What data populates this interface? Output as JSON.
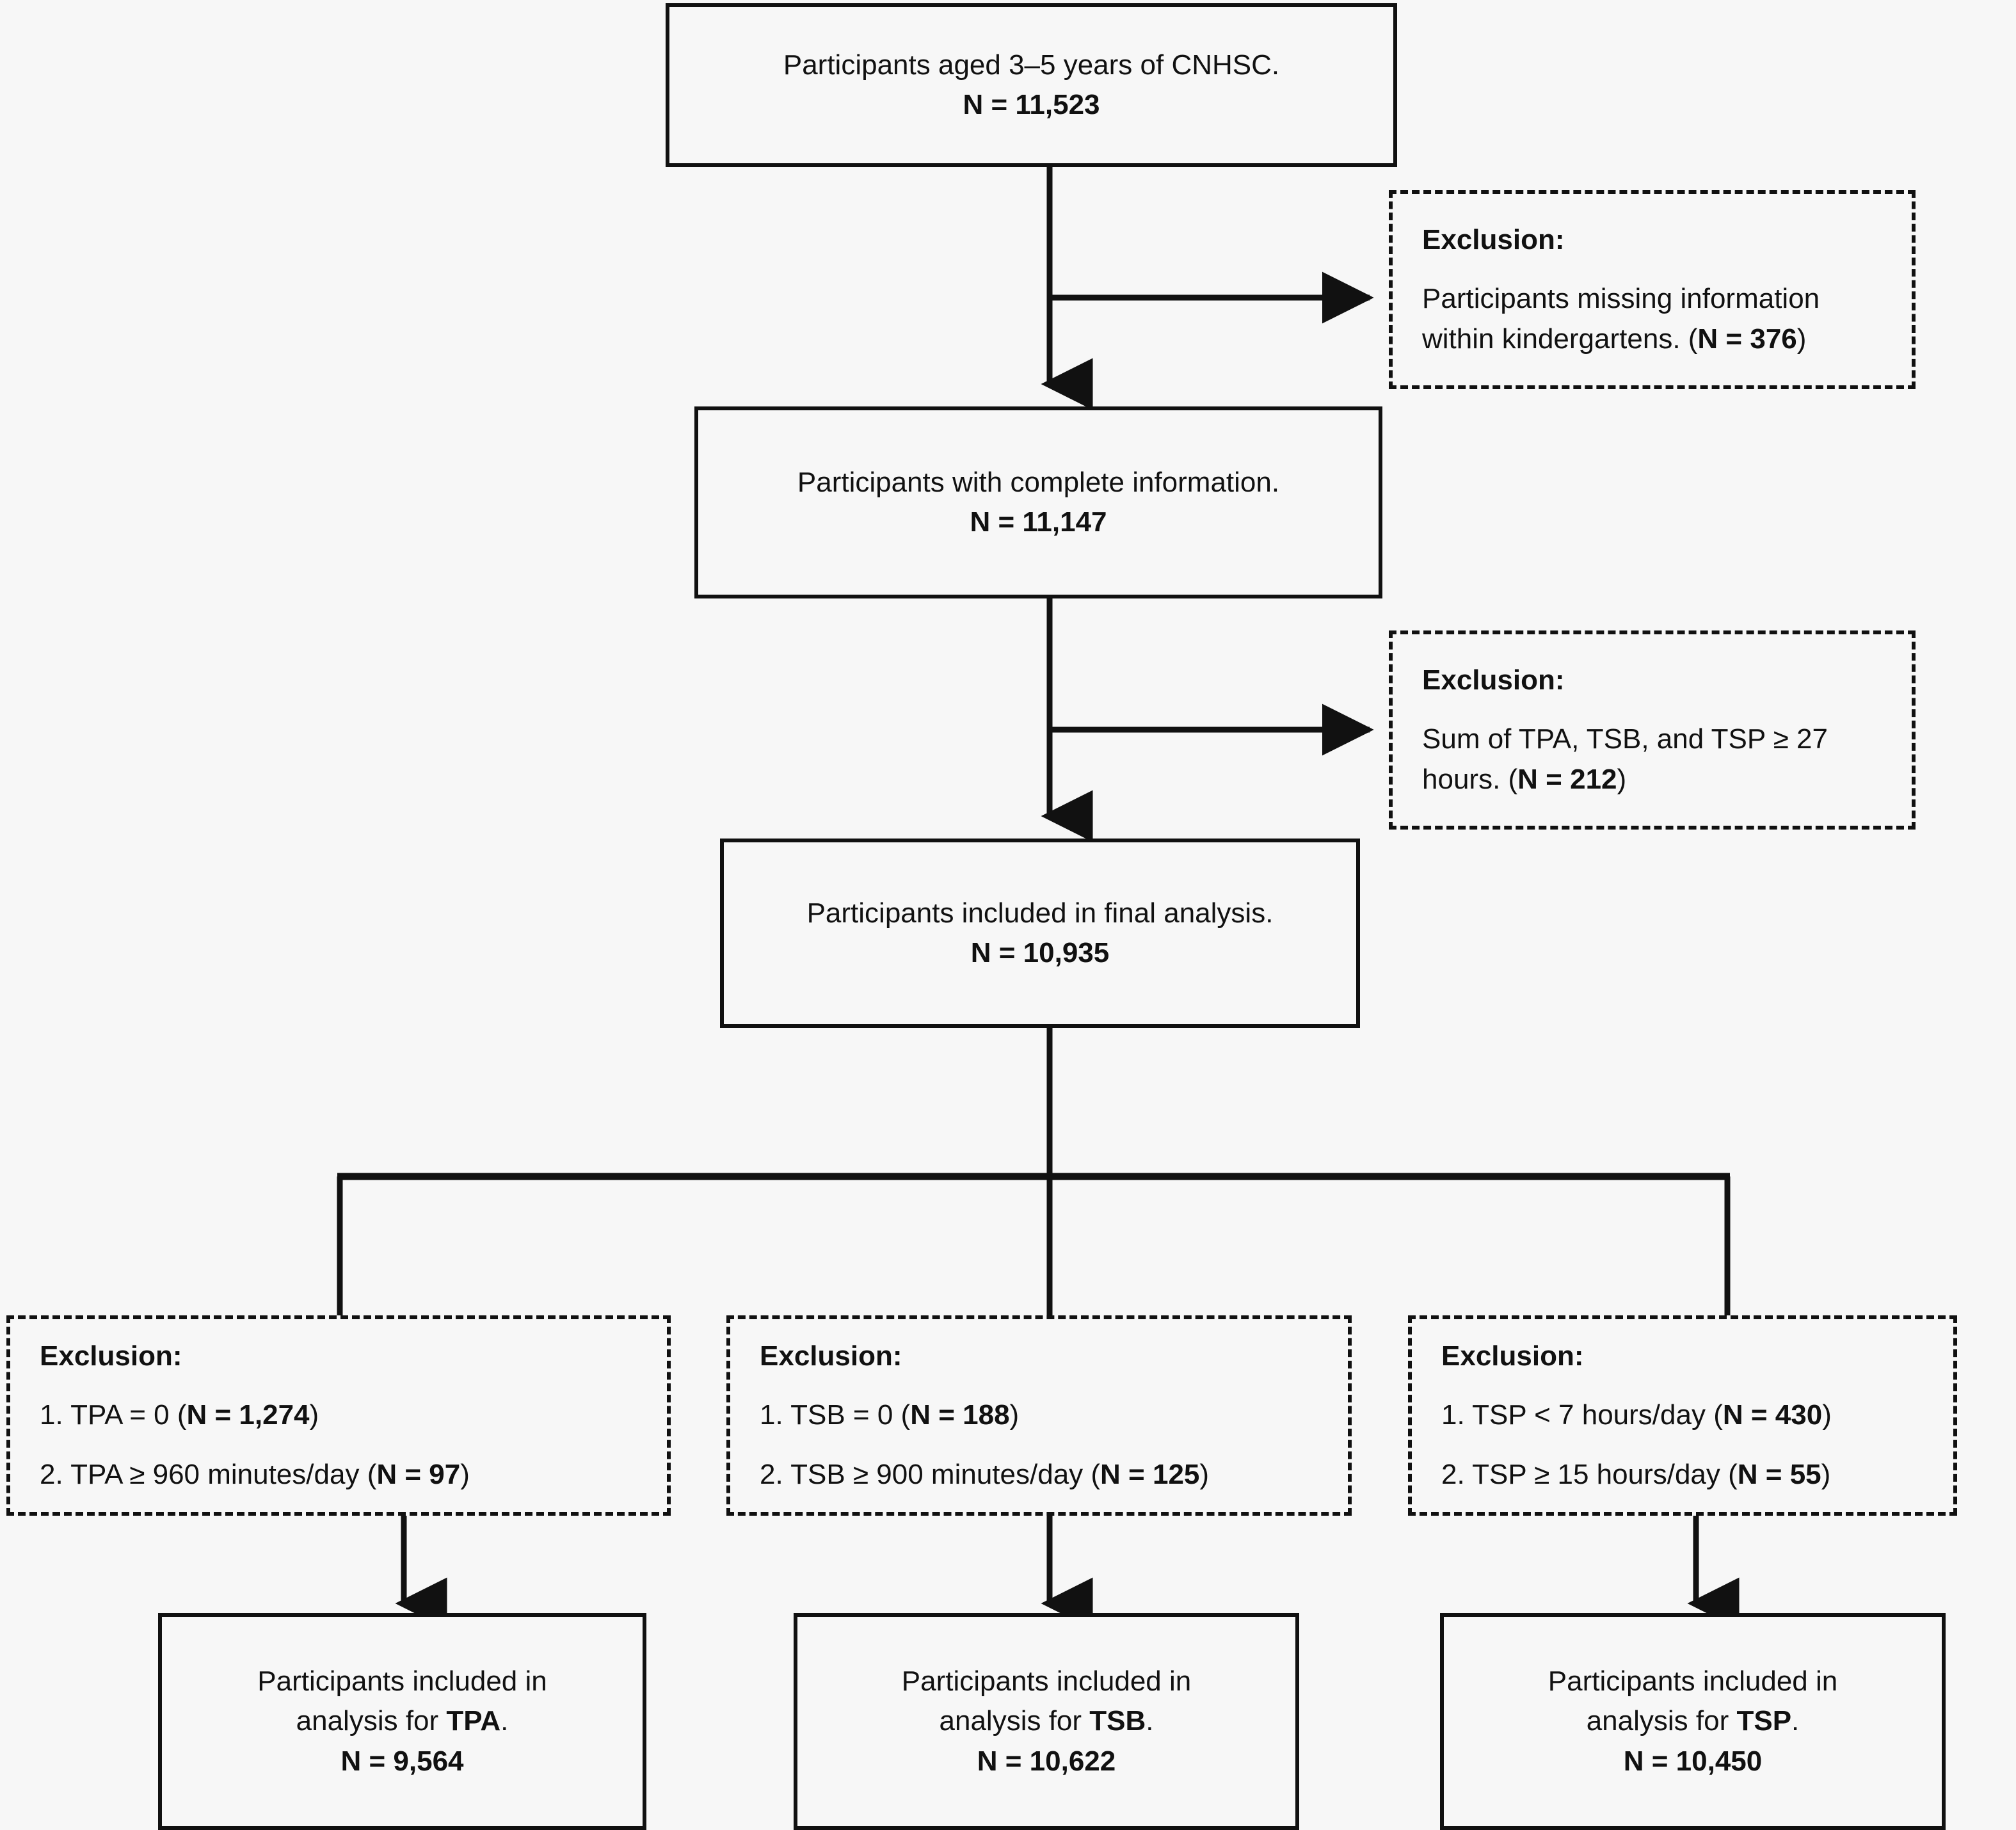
{
  "diagram": {
    "title": "Participant flow diagram",
    "background_color": "#f7f7f7",
    "line_color": "#111111",
    "text_color": "#111111"
  },
  "nodes": {
    "box1": {
      "line1": "Participants aged 3–5 years of CNHSC.",
      "line2_label": "N = ",
      "line2_value": "11,523"
    },
    "box2": {
      "line1": "Participants with complete information.",
      "line2_label": "N = ",
      "line2_value": "11,147"
    },
    "box3": {
      "line1": "Participants included in final analysis.",
      "line2_label": "N = ",
      "line2_value": "10,935"
    },
    "exclusion1": {
      "heading": "Exclusion:",
      "text_part1": "Participants missing information within kindergartens. (",
      "n_label": "N = 376",
      "text_part2": ")"
    },
    "exclusion2": {
      "heading": "Exclusion:",
      "text_part1": "Sum of TPA, TSB, and TSP ≥ 27 hours. (",
      "n_label": "N = 212",
      "text_part2": ")"
    },
    "exclusion_tpa": {
      "heading": "Exclusion:",
      "item1_text": "1. TPA = 0 (",
      "item1_n": "N = 1,274",
      "item1_close": ")",
      "item2_text": "2. TPA ≥ 960 minutes/day (",
      "item2_n": "N = 97",
      "item2_close": ")"
    },
    "exclusion_tsb": {
      "heading": "Exclusion:",
      "item1_text": "1. TSB = 0 (",
      "item1_n": "N = 188",
      "item1_close": ")",
      "item2_text": "2. TSB ≥ 900 minutes/day (",
      "item2_n": "N = 125",
      "item2_close": ")"
    },
    "exclusion_tsp": {
      "heading": "Exclusion:",
      "item1_text": "1. TSP < 7 hours/day (",
      "item1_n": "N = 430",
      "item1_close": ")",
      "item2_text": "2. TSP ≥ 15 hours/day (",
      "item2_n": "N = 55",
      "item2_close": ")"
    },
    "result_tpa": {
      "line1": "Participants included in",
      "line2_prefix": "analysis for ",
      "line2_code": "TPA",
      "line2_suffix": ".",
      "line3_label": "N = ",
      "line3_value": "9,564"
    },
    "result_tsb": {
      "line1": "Participants included in",
      "line2_prefix": "analysis for ",
      "line2_code": "TSB",
      "line2_suffix": ".",
      "line3_label": "N = ",
      "line3_value": "10,622"
    },
    "result_tsp": {
      "line1": "Participants included in",
      "line2_prefix": "analysis for ",
      "line2_code": "TSP",
      "line2_suffix": ".",
      "line3_label": "N = ",
      "line3_value": "10,450"
    }
  },
  "chart_data": {
    "type": "flowchart",
    "title": "Participant flow diagram",
    "stages": [
      {
        "id": "box1",
        "label": "Participants aged 3-5 years of CNHSC.",
        "n": 11523
      },
      {
        "id": "box2",
        "label": "Participants with complete information.",
        "n": 11147
      },
      {
        "id": "box3",
        "label": "Participants included in final analysis.",
        "n": 10935
      },
      {
        "id": "result_tpa",
        "label": "Participants included in analysis for TPA.",
        "n": 9564
      },
      {
        "id": "result_tsb",
        "label": "Participants included in analysis for TSB.",
        "n": 10622
      },
      {
        "id": "result_tsp",
        "label": "Participants included in analysis for TSP.",
        "n": 10450
      }
    ],
    "exclusions": [
      {
        "id": "exclusion1",
        "from": "box1",
        "reason": "Participants missing information within kindergartens.",
        "n": 376
      },
      {
        "id": "exclusion2",
        "from": "box2",
        "reason": "Sum of TPA, TSB, and TSP >= 27 hours.",
        "n": 212
      },
      {
        "id": "exclusion_tpa",
        "from": "box3",
        "reasons": [
          {
            "reason": "TPA = 0",
            "n": 1274
          },
          {
            "reason": "TPA >= 960 minutes/day",
            "n": 97
          }
        ]
      },
      {
        "id": "exclusion_tsb",
        "from": "box3",
        "reasons": [
          {
            "reason": "TSB = 0",
            "n": 188
          },
          {
            "reason": "TSB >= 900 minutes/day",
            "n": 125
          }
        ]
      },
      {
        "id": "exclusion_tsp",
        "from": "box3",
        "reasons": [
          {
            "reason": "TSP < 7 hours/day",
            "n": 430
          },
          {
            "reason": "TSP >= 15 hours/day",
            "n": 55
          }
        ]
      }
    ]
  }
}
